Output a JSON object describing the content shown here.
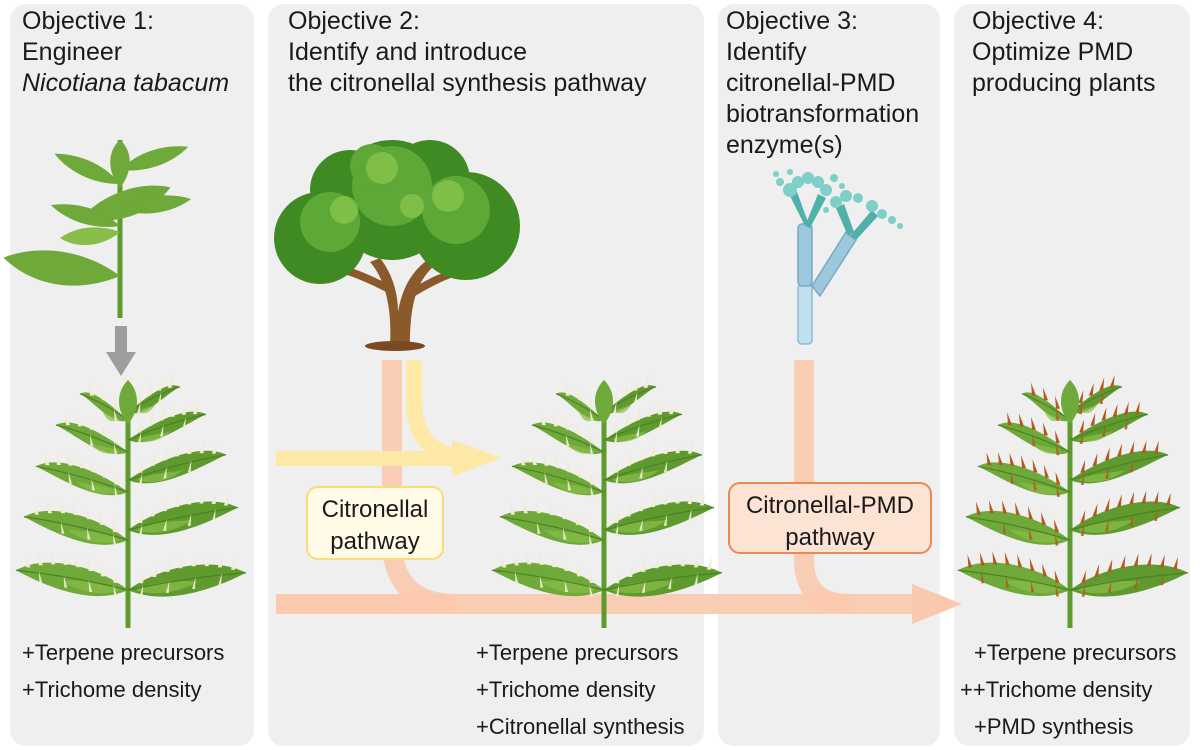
{
  "objectives": [
    {
      "line1": "Objective 1:",
      "line2": "Engineer",
      "line3": "Nicotiana tabacum"
    },
    {
      "line1": "Objective 2:",
      "line2": "Identify and introduce",
      "line3": "the citronellal synthesis pathway"
    },
    {
      "line1": "Objective 3:",
      "line2": "Identify",
      "line3": "citronellal-PMD",
      "line4": "biotransformation",
      "line5": "enzyme(s)"
    },
    {
      "line1": "Objective 4:",
      "line2": "Optimize PMD",
      "line3": "producing plants"
    }
  ],
  "pathways": {
    "citronellal": {
      "line1": "Citronellal",
      "line2": "pathway"
    },
    "pmd": {
      "line1": "Citronellal-PMD",
      "line2": "pathway"
    }
  },
  "traits": {
    "plant1": [
      "+Terpene precursors",
      "+Trichome density"
    ],
    "plant2": [
      "+Terpene precursors",
      "+Trichome density",
      "+Citronellal synthesis"
    ],
    "plant4": [
      "+Terpene precursors",
      "++Trichome density",
      "+PMD synthesis"
    ]
  },
  "colors": {
    "panel": "#efefef",
    "yellow_arrow": "#fde9a5",
    "orange_arrow": "#f9c9ad",
    "leaf": "#5e9a2e",
    "leaf_light": "#89bd4a",
    "trichome_white": "#f1ecd2",
    "trichome_brown": "#b35a1e",
    "tree_trunk": "#8a5a2b",
    "fungus_teal": "#4fb1aa",
    "fungus_blue": "#9cc7dd",
    "grey_arrow": "#9e9e9e"
  },
  "icons": [
    "tobacco-seedling-icon",
    "down-arrow-icon",
    "tree-icon",
    "fungus-icon",
    "tobacco-plant-icon"
  ]
}
